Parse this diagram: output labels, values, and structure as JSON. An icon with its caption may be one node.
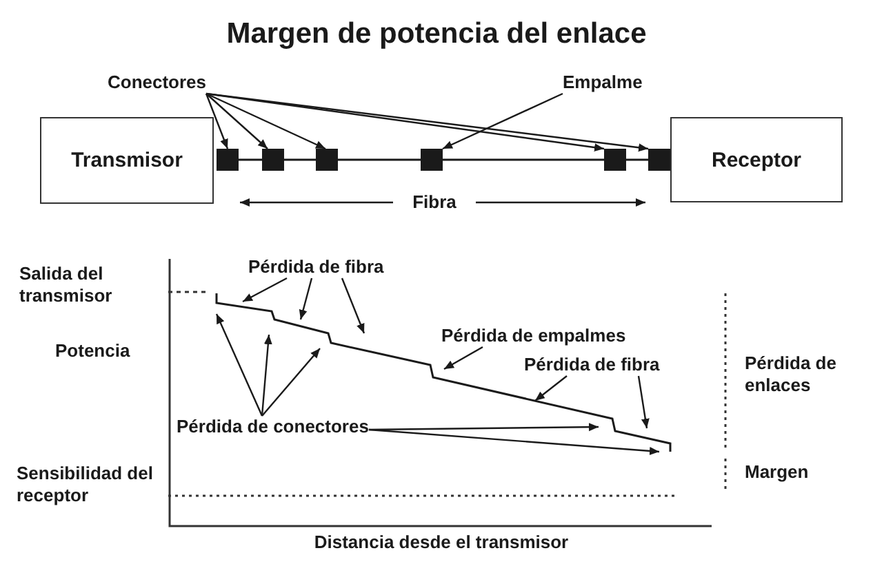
{
  "diagram": {
    "title": "Margen de potencia del enlace",
    "nodes": [
      {
        "text": [
          "Transmisor"
        ]
      },
      {
        "text": [
          "Receptor"
        ]
      },
      {
        "text": [
          "Conectores"
        ]
      },
      {
        "text": [
          "Empalme"
        ]
      },
      {
        "text": [],
        "shape": "box"
      },
      {
        "text": [],
        "shape": "box"
      },
      {
        "text": [],
        "shape": "box"
      },
      {
        "text": [],
        "shape": "box"
      },
      {
        "text": [],
        "shape": "box"
      },
      {
        "text": [],
        "shape": "box"
      },
      {
        "text": [
          "Pérdida de fibra"
        ]
      },
      {
        "text": [
          "Pérdida de empalmes"
        ]
      },
      {
        "text": [
          "Pérdida de fibra"
        ]
      },
      {
        "text": [
          "Pérdida de conectores"
        ]
      }
    ],
    "edges": [
      {
        "from": 2,
        "to": 4,
        "arrow": "to"
      },
      {
        "from": 2,
        "to": 5,
        "arrow": "to"
      },
      {
        "from": 2,
        "to": 6,
        "arrow": "to"
      },
      {
        "from": 2,
        "to": 8,
        "arrow": "to"
      },
      {
        "from": 2,
        "to": 9,
        "arrow": "to"
      },
      {
        "from": 3,
        "to": 7,
        "arrow": "to"
      },
      {
        "from": 4,
        "to": 5,
        "arrow": "none"
      },
      {
        "from": 5,
        "to": 6,
        "arrow": "none"
      },
      {
        "from": 6,
        "to": 7,
        "arrow": "none"
      },
      {
        "from": 7,
        "to": 8,
        "arrow": "none"
      },
      {
        "from": 8,
        "to": 9,
        "arrow": "none"
      },
      {
        "from": 10,
        "to": null,
        "arrow": "to"
      },
      {
        "from": 10,
        "to": null,
        "arrow": "to"
      },
      {
        "from": 10,
        "to": null,
        "arrow": "to"
      },
      {
        "from": 11,
        "to": null,
        "arrow": "to"
      },
      {
        "from": 12,
        "to": null,
        "arrow": "to"
      },
      {
        "from": 12,
        "to": null,
        "arrow": "to"
      },
      {
        "from": 13,
        "to": null,
        "arrow": "to"
      },
      {
        "from": 13,
        "to": null,
        "arrow": "to"
      },
      {
        "from": 13,
        "to": null,
        "arrow": "to"
      },
      {
        "from": 13,
        "to": null,
        "arrow": "to"
      },
      {
        "from": 13,
        "to": null,
        "arrow": "to"
      }
    ],
    "labels": [
      "Fibra",
      "Salida del transmisor",
      "Potencia",
      "Pérdida de enlaces",
      "Sensibilidad del receptor",
      "Margen",
      "Distancia desde el transmisor"
    ]
  }
}
